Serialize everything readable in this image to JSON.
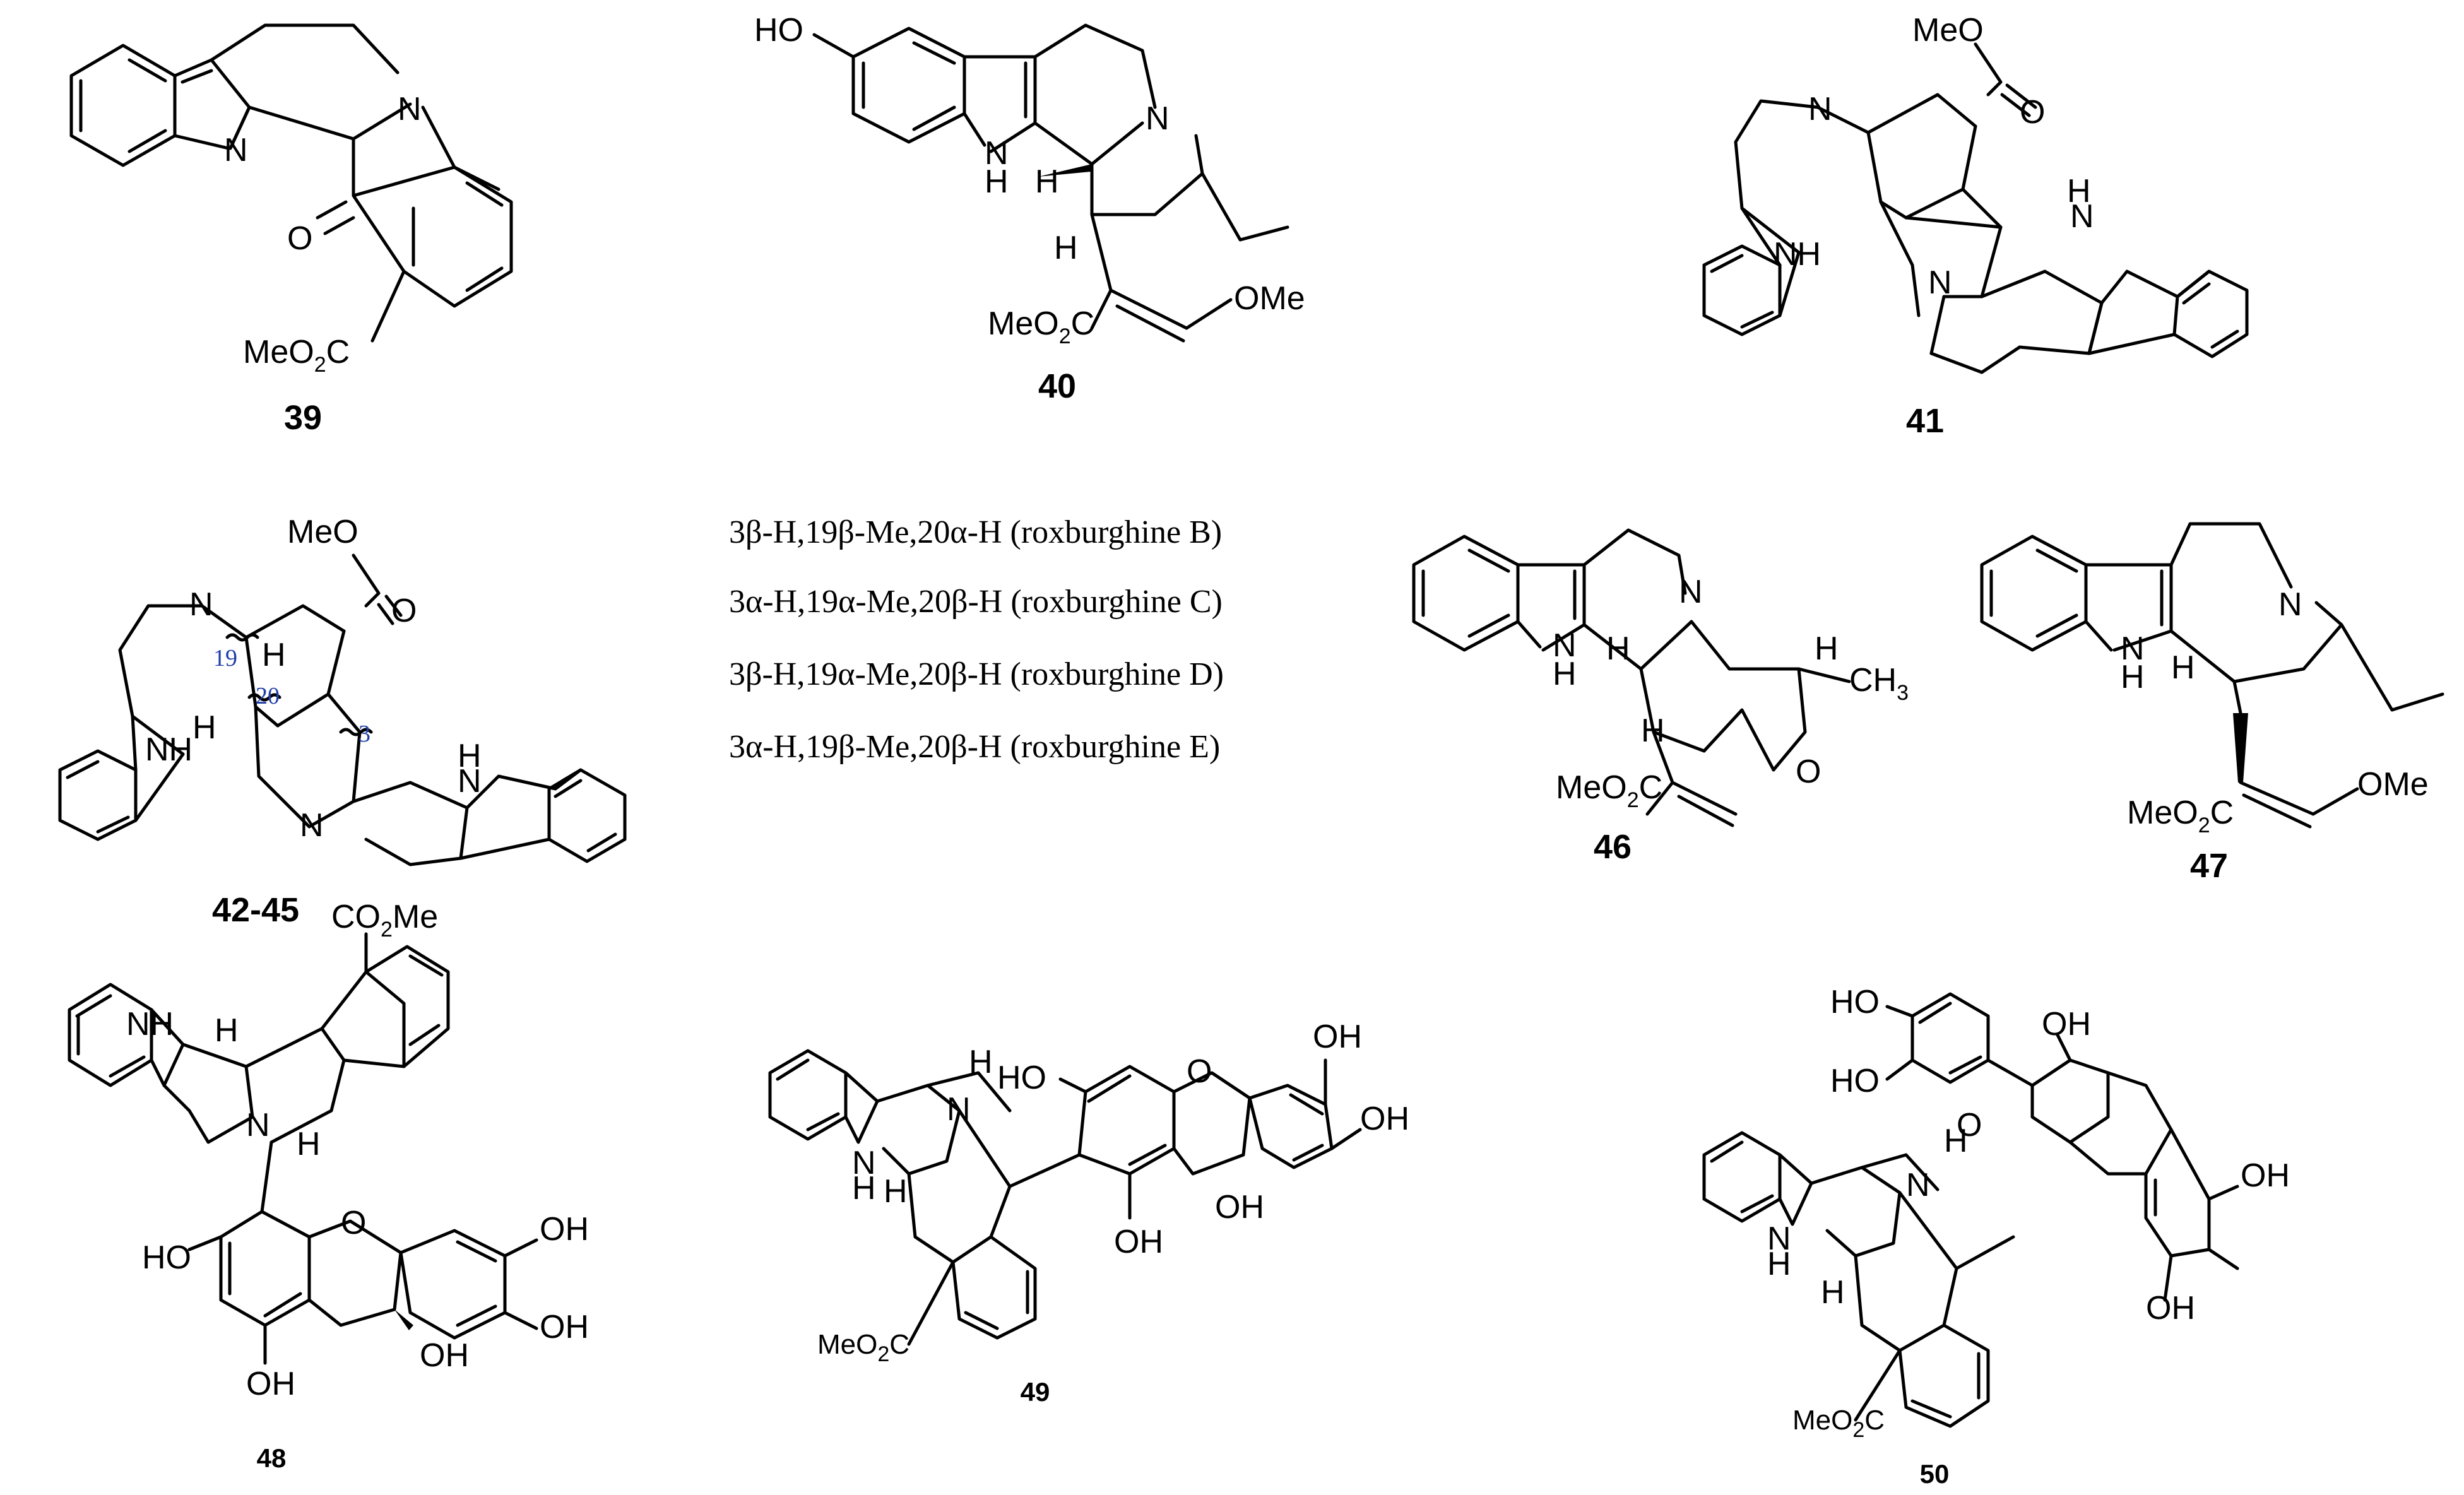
{
  "compounds": {
    "c39": {
      "id": "39",
      "N1": "N",
      "N2": "N",
      "O": "O",
      "ester": "MeO",
      "ester_sub": "2",
      "ester_tail": "C"
    },
    "c40": {
      "id": "40",
      "OH": "HO",
      "N": "N",
      "NH": "N",
      "NH_H": "H",
      "H1": "H",
      "H2": "H",
      "ester": "MeO",
      "ester_sub": "2",
      "ester_tail": "C",
      "OMe": "OMe"
    },
    "c41": {
      "id": "41",
      "MeO": "MeO",
      "O": "O",
      "N1": "N",
      "N2": "N",
      "NH1": "NH",
      "NH2": "N",
      "NH2_H": "H"
    },
    "c42": {
      "id": "42-45",
      "MeO": "MeO",
      "O": "O",
      "N1": "N",
      "N2": "N",
      "NH1": "NH",
      "NH2": "N",
      "NH2_H": "H",
      "H1": "H",
      "H2": "H",
      "loc19": "19",
      "loc20": "20",
      "loc3": "3"
    },
    "c46": {
      "id": "46",
      "NH": "N",
      "NH_H": "H",
      "N": "N",
      "H1": "H",
      "H2": "H",
      "H3": "H",
      "CH3": "CH",
      "CH3_sub": "3",
      "O": "O",
      "ester": "MeO",
      "ester_sub": "2",
      "ester_tail": "C"
    },
    "c47": {
      "id": "47",
      "NH": "N",
      "NH_H": "H",
      "N": "N",
      "H1": "H",
      "ester": "MeO",
      "ester_sub": "2",
      "ester_tail": "C",
      "OMe": "OMe"
    },
    "c48": {
      "id": "48",
      "NH": "NH",
      "H1": "H",
      "H2": "H",
      "N": "N",
      "CO2Me": "CO",
      "CO2Me_sub": "2",
      "CO2Me_tail": "Me",
      "OH1": "OH",
      "OH2": "OH",
      "HO": "HO",
      "O": "O",
      "OH3": "OH",
      "OH4": "OH"
    },
    "c49": {
      "id": "49",
      "NH": "N",
      "NH_H": "H",
      "H1": "H",
      "N": "N",
      "H2": "H",
      "HO": "HO",
      "O": "O",
      "OH1": "OH",
      "OH2": "OH",
      "OH3": "OH",
      "OH4": "OH",
      "ester": "MeO",
      "ester_sub": "2",
      "ester_tail": "C"
    },
    "c50": {
      "id": "50",
      "HO1": "HO",
      "HO2": "HO",
      "OH1": "OH",
      "O": "O",
      "OH2": "OH",
      "OH3": "OH",
      "NH": "N",
      "NH_H": "H",
      "H1": "H",
      "N": "N",
      "H2": "H",
      "ester": "MeO",
      "ester_sub": "2",
      "ester_tail": "C"
    }
  },
  "roxburghine_notes": [
    "3β-H,19β-Me,20α-H (roxburghine B)",
    "3α-H,19α-Me,20β-H (roxburghine C)",
    "3β-H,19α-Me,20β-H (roxburghine D)",
    "3α-H,19β-Me,20β-H (roxburghine E)"
  ]
}
